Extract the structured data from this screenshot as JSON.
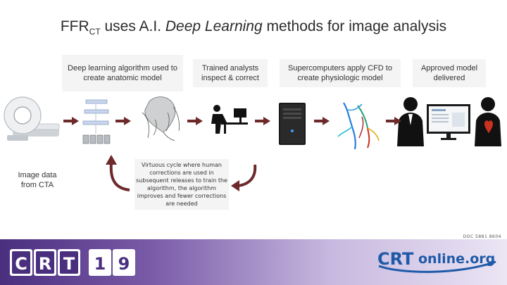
{
  "title": {
    "prefix": "FFR",
    "subscript": "CT",
    "text_before_italic": " uses A.I. ",
    "italic": "Deep Learning",
    "text_after_italic": " methods for image analysis"
  },
  "steps": [
    {
      "label": "Image data from CTA"
    },
    {
      "label": "Deep learning algorithm used to create anatomic model"
    },
    {
      "label": "Trained analysts inspect & correct"
    },
    {
      "label": "Supercomputers apply CFD to create physiologic model"
    },
    {
      "label": "Approved model delivered"
    }
  ],
  "cycle_text": "Virtuous cycle where human corrections are used in subsequent releases to train the algorithm, the algorithm improves and fewer corrections are needed",
  "doc_number": "DOC 5881 8604",
  "footer": {
    "left_logo_text": "CRT19",
    "right_logo_text": "CRTonline.org"
  },
  "colors": {
    "arrow": "#6e2a2a",
    "footer_dark": "#4a2f7f",
    "footer_light": "#ebe5f4",
    "logo_blue": "#1e5aa8"
  },
  "icons": [
    "ct-scanner-icon",
    "neural-network-icon",
    "heart-model-icon",
    "analyst-workstation-icon",
    "supercomputer-icon",
    "coronary-cfd-model-icon",
    "physician-icon",
    "approved-report-icon",
    "patient-icon",
    "cycle-arrow-icon"
  ]
}
